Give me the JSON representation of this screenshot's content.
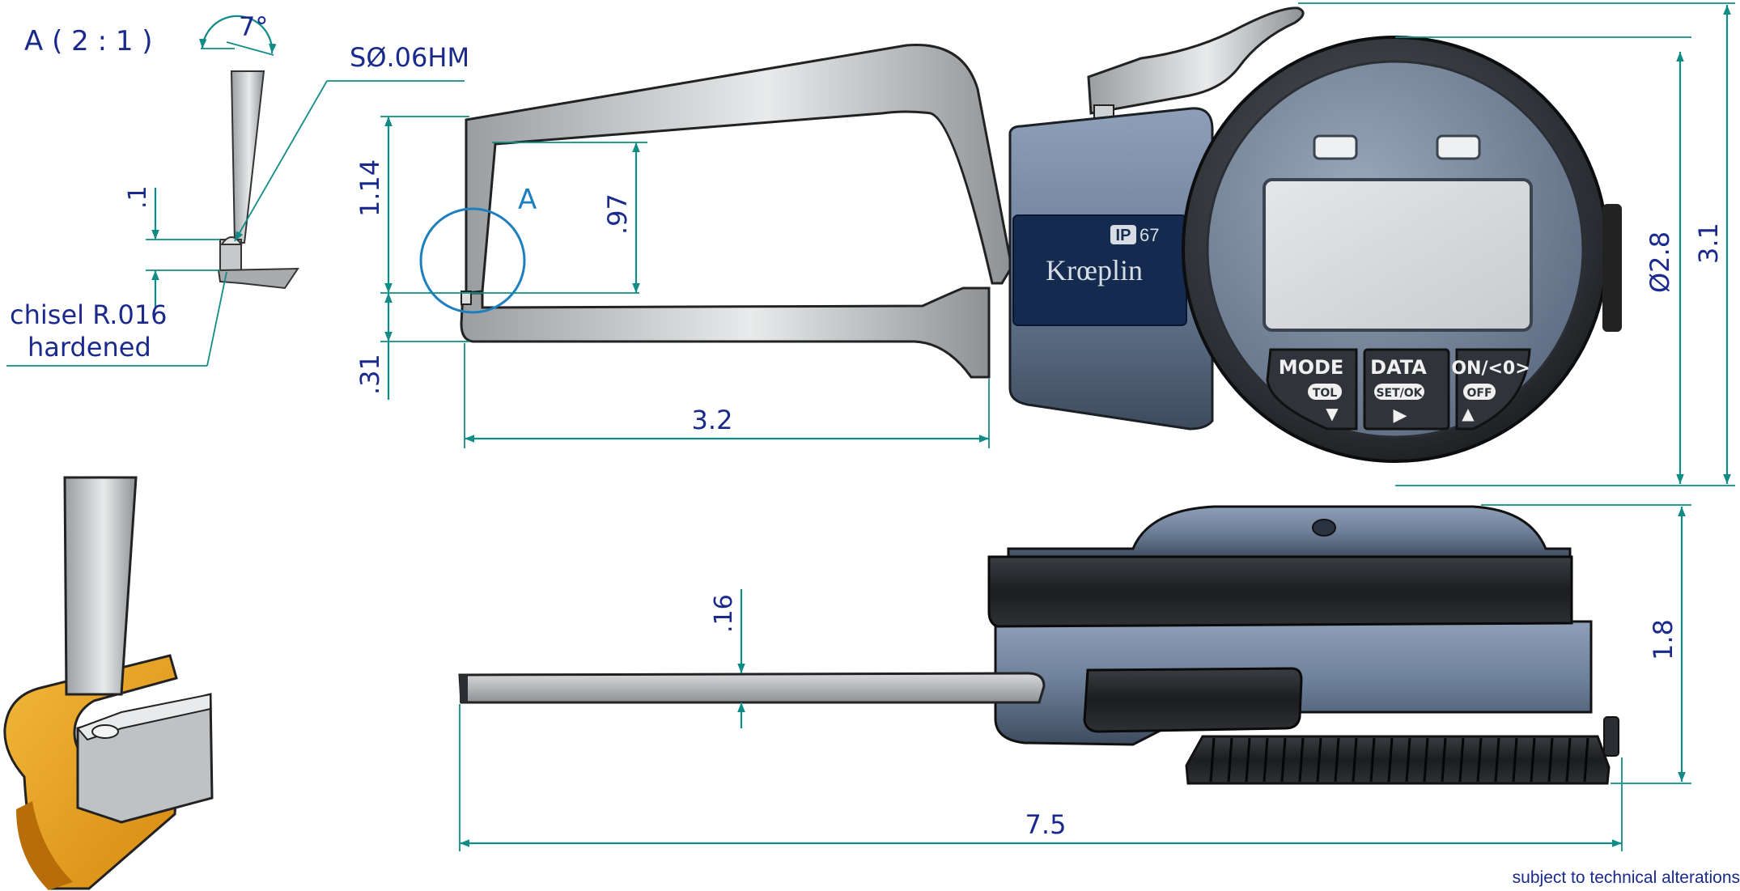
{
  "detail": {
    "label": "A ( 2 : 1 )",
    "angle": "7°",
    "tip_spec": "SØ.06HM",
    "dim_tip": ".1",
    "chisel_line1": "chisel R.016",
    "chisel_line2": "hardened"
  },
  "front_view": {
    "dim_jaw_total": "1.14",
    "dim_jaw_inner": ".97",
    "dim_jaw_lower": ".31",
    "dim_reach": "3.2",
    "dim_dial_diameter": "Ø2.8",
    "dim_total_height": "3.1",
    "detail_marker": "A"
  },
  "gauge": {
    "ip_rating_prefix": "IP",
    "ip_rating_number": "67",
    "brand": "Krœplin",
    "buttons": [
      {
        "label": "MODE",
        "sub": "TOL",
        "arrow": "▼"
      },
      {
        "label": "DATA",
        "sub": "SET/OK",
        "arrow": "▶"
      },
      {
        "label": "ON/<0>",
        "sub": "OFF",
        "arrow": "▲"
      }
    ]
  },
  "side_view": {
    "dim_arm_thickness": ".16",
    "dim_height": "1.8",
    "dim_total_length": "7.5"
  },
  "footer": "subject to technical alterations",
  "colors": {
    "dimension_line": "#0f8c86",
    "dimension_text": "#1a2a8c",
    "housing_blue": "#6c7f98",
    "workpiece": "#e6a21a",
    "lcd": "#d7dadc",
    "arm_steel": "#b8bbbe"
  }
}
